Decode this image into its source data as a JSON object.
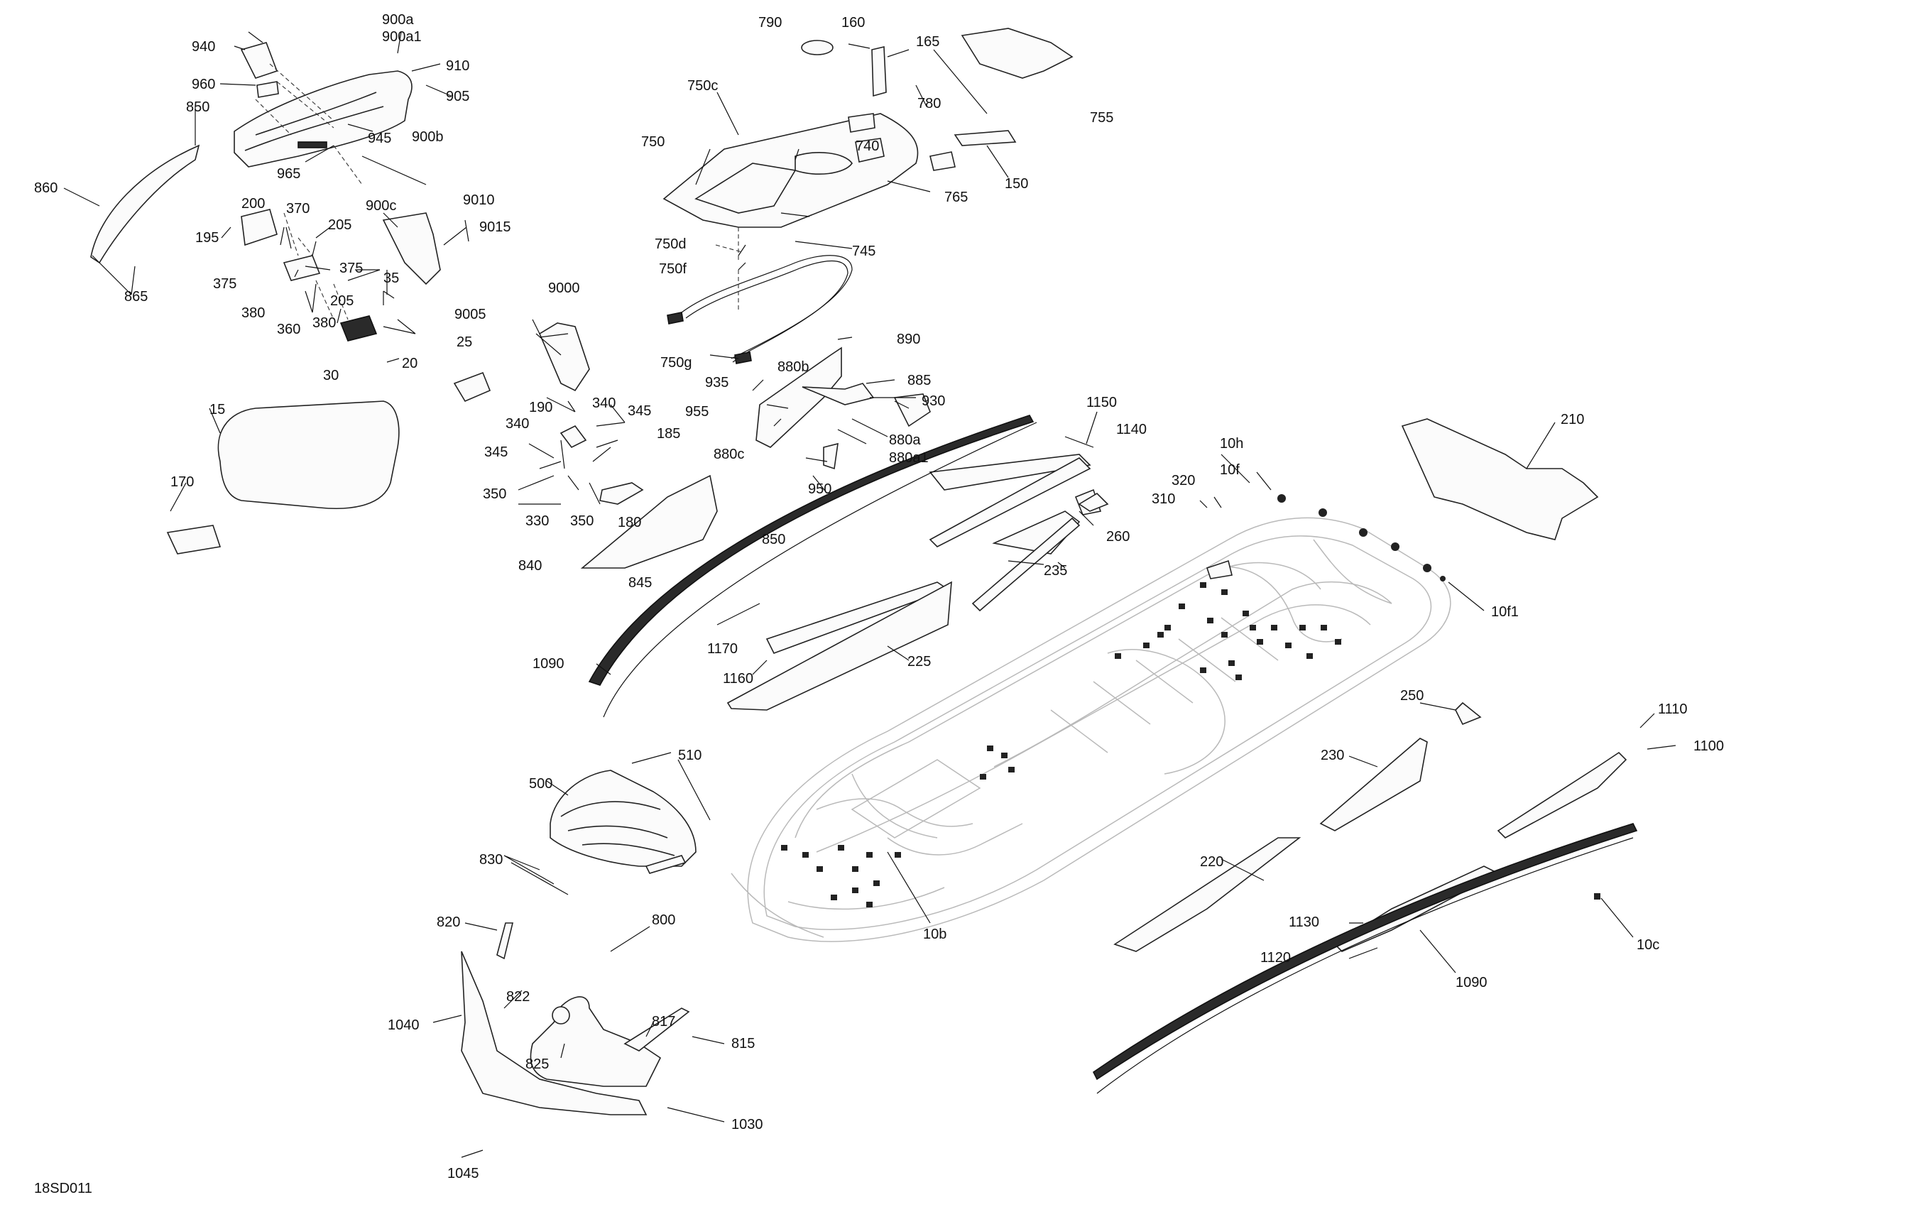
{
  "drawing_code": "18SD011",
  "callouts": [
    "940",
    "900a",
    "900a1",
    "910",
    "905",
    "960",
    "850",
    "900b",
    "945",
    "965",
    "900c",
    "860",
    "200",
    "370",
    "205",
    "375",
    "195",
    "9010",
    "9015",
    "375",
    "35",
    "205",
    "380",
    "360",
    "380",
    "865",
    "30",
    "790",
    "160",
    "165",
    "750c",
    "780",
    "755",
    "750",
    "740",
    "150",
    "765",
    "745",
    "750d",
    "750f",
    "750g",
    "890",
    "880b",
    "885",
    "935",
    "930",
    "955",
    "880a",
    "880a1",
    "880c",
    "950",
    "9000",
    "9005",
    "25",
    "20",
    "190",
    "340",
    "345",
    "340",
    "185",
    "345",
    "350",
    "330",
    "350",
    "180",
    "850",
    "840",
    "845",
    "15",
    "170",
    "1150",
    "1140",
    "10h",
    "10f",
    "320",
    "310",
    "260",
    "210",
    "235",
    "1170",
    "1160",
    "225",
    "10f1",
    "1090",
    "250",
    "1110",
    "1100",
    "230",
    "510",
    "500",
    "220",
    "830",
    "820",
    "800",
    "1130",
    "1120",
    "10b",
    "10c",
    "1090",
    "1040",
    "822",
    "817",
    "815",
    "825",
    "1030",
    "1045"
  ]
}
